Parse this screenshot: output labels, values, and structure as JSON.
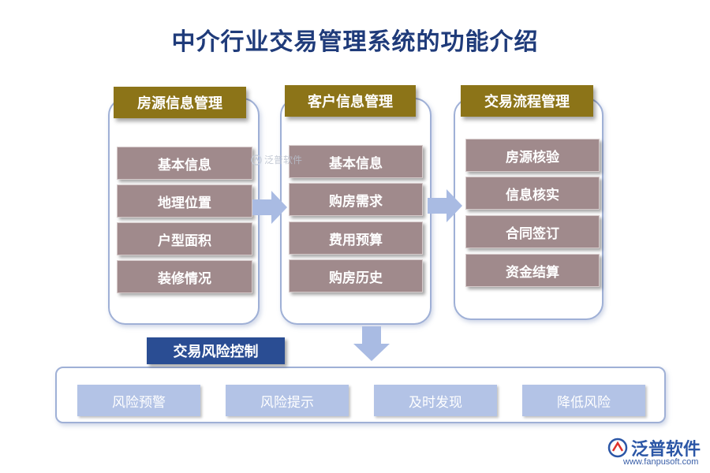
{
  "title": "中介行业交易管理系统的功能介绍",
  "columns": [
    {
      "header": "房源信息管理",
      "items": [
        "基本信息",
        "地理位置",
        "户型面积",
        "装修情况"
      ]
    },
    {
      "header": "客户信息管理",
      "items": [
        "基本信息",
        "购房需求",
        "费用预算",
        "购房历史"
      ]
    },
    {
      "header": "交易流程管理",
      "items": [
        "房源核验",
        "信息核实",
        "合同签订",
        "资金结算"
      ]
    }
  ],
  "risk": {
    "header": "交易风险控制",
    "items": [
      "风险预警",
      "风险提示",
      "及时发现",
      "降低风险"
    ]
  },
  "watermark": "泛普软件",
  "logo": {
    "text": "泛普软件",
    "url": "www.fanpusoft.com"
  },
  "colors": {
    "title": "#1f3b7a",
    "panel_border": "#9fb0d6",
    "header_bg": "#8c7418",
    "item_bg": "#a08a8c",
    "risk_header_bg": "#2a4d93",
    "risk_item_bg": "#b3c3e6",
    "arrow": "#a9bbe3"
  }
}
